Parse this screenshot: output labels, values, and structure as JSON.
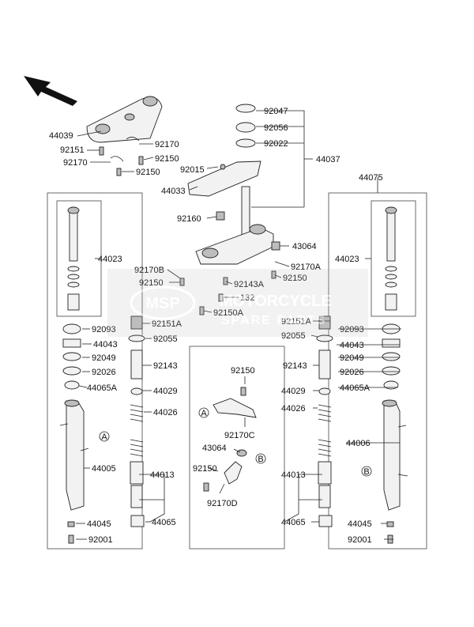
{
  "labels": {
    "l44039": "44039",
    "l92151": "92151",
    "l92170a": "92170",
    "l92170b": "92170",
    "l92150a": "92150",
    "l92150b": "92150",
    "l92047": "92047",
    "l92056": "92056",
    "l92022": "92022",
    "l92015": "92015",
    "l44037": "44037",
    "l44033": "44033",
    "l44075": "44075",
    "l92160": "92160",
    "l43064a": "43064",
    "l44023a": "44023",
    "l44023b": "44023",
    "l92170B": "92170B",
    "l92170A": "92170A",
    "l92150c": "92150",
    "l92143A": "92143A",
    "l92150d": "92150",
    "l132": "132",
    "l92150A": "92150A",
    "l92093a": "92093",
    "l92151Aa": "92151A",
    "l92151Ab": "92151A",
    "l92093b": "92093",
    "l44043a": "44043",
    "l92055a": "92055",
    "l92055b": "92055",
    "l44043b": "44043",
    "l92049a": "92049",
    "l92143a": "92143",
    "l92150e": "92150",
    "l92143b": "92143",
    "l92049b": "92049",
    "l92026a": "92026",
    "l92026b": "92026",
    "l44065Aa": "44065A",
    "l44029a": "44029",
    "l44029b": "44029",
    "l44065Ab": "44065A",
    "l44026a": "44026",
    "l44026b": "44026",
    "l92170C": "92170C",
    "l43064b": "43064",
    "l44006": "44006",
    "l44005": "44005",
    "l44013a": "44013",
    "l44013b": "44013",
    "l92150f": "92150",
    "l92170D": "92170D",
    "l44045a": "44045",
    "l44065a": "44065",
    "l44065b": "44065",
    "l44045b": "44045",
    "l92001a": "92001",
    "l92001b": "92001"
  },
  "callouts": {
    "a": "A",
    "b": "B"
  },
  "watermark": {
    "brand": "MOTORCYCLE",
    "sub": "SPARE PARTS",
    "logo": "MSP"
  },
  "colors": {
    "line": "#222222",
    "watermark": "#c8c8c8"
  }
}
